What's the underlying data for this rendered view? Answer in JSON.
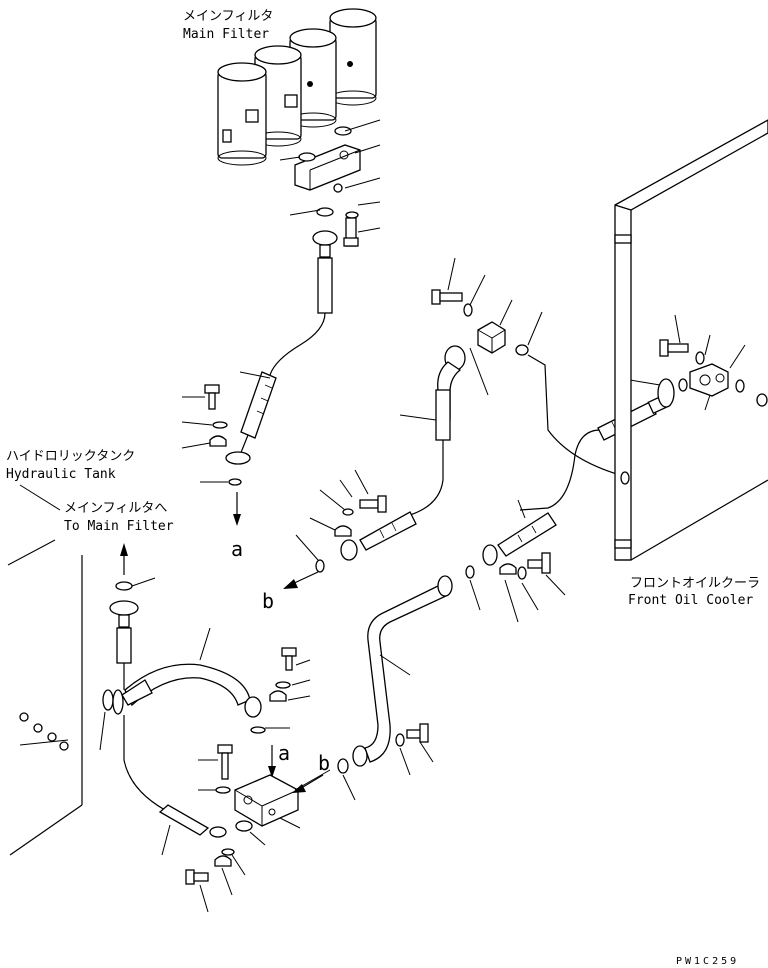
{
  "labels": {
    "main_filter_jp": "メインフィルタ",
    "main_filter_en": "Main Filter",
    "hydraulic_tank_jp": "ハイドロリックタンク",
    "hydraulic_tank_en": "Hydraulic Tank",
    "to_main_filter_jp": "メインフィルタへ",
    "to_main_filter_en": "To Main Filter",
    "front_oil_cooler_jp": "フロントオイルクーラ",
    "front_oil_cooler_en": "Front Oil Cooler",
    "ref_a_1": "a",
    "ref_a_2": "a",
    "ref_b_1": "b",
    "ref_b_2": "b",
    "drawing_code": "PW1C259"
  }
}
